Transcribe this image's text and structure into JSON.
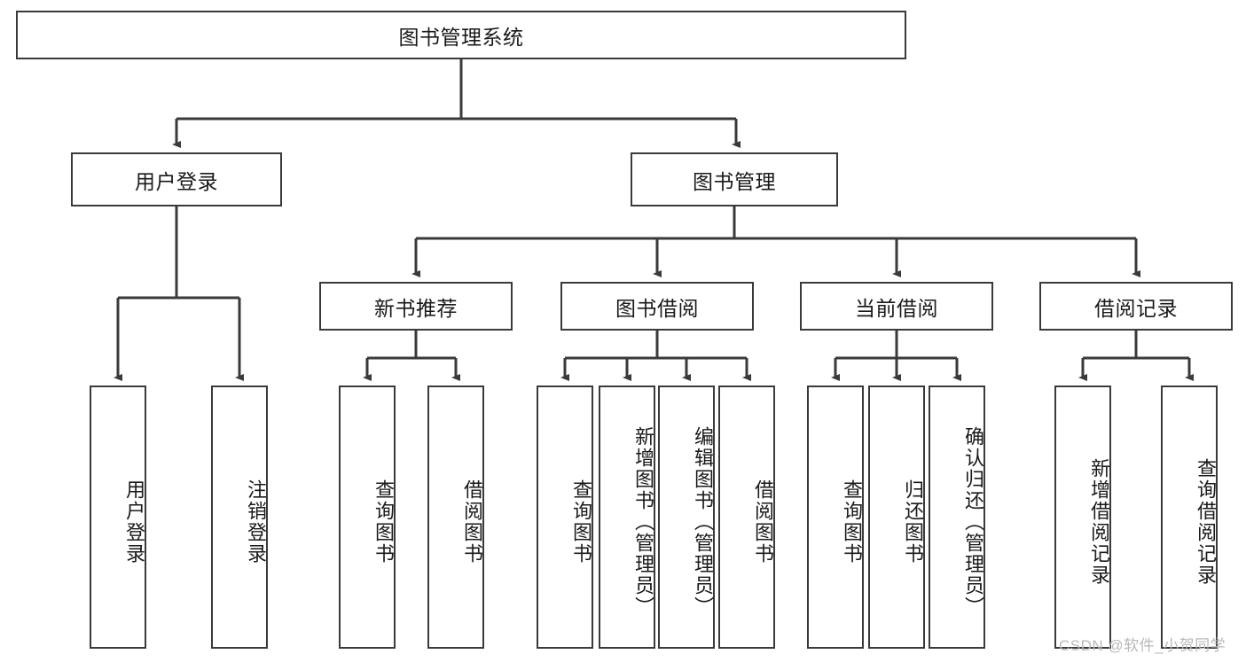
{
  "diagram": {
    "title": "图书管理系统",
    "root": {
      "id": "root",
      "label": "图书管理系统"
    },
    "level1": [
      {
        "id": "user-login",
        "label": "用户登录"
      },
      {
        "id": "book-management",
        "label": "图书管理"
      }
    ],
    "level2": [
      {
        "id": "new-book-recommend",
        "label": "新书推荐",
        "parent": "book-management"
      },
      {
        "id": "book-borrow",
        "label": "图书借阅",
        "parent": "book-management"
      },
      {
        "id": "current-borrow",
        "label": "当前借阅",
        "parent": "book-management"
      },
      {
        "id": "borrow-record",
        "label": "借阅记录",
        "parent": "book-management"
      }
    ],
    "leaves": {
      "user_login": [
        {
          "id": "leaf-user-login",
          "label": "用户登录"
        },
        {
          "id": "leaf-logout-login",
          "label": "注销登录"
        }
      ],
      "new_book_recommend": [
        {
          "id": "leaf-query-book-1",
          "label": "查询图书"
        },
        {
          "id": "leaf-borrow-book-1",
          "label": "借阅图书"
        }
      ],
      "book_borrow": [
        {
          "id": "leaf-query-book-2",
          "label": "查询图书"
        },
        {
          "id": "leaf-add-book",
          "label": "新增图书（管理员）"
        },
        {
          "id": "leaf-edit-book",
          "label": "编辑图书（管理员）"
        },
        {
          "id": "leaf-borrow-book-2",
          "label": "借阅图书"
        }
      ],
      "current_borrow": [
        {
          "id": "leaf-query-book-3",
          "label": "查询图书"
        },
        {
          "id": "leaf-return-book",
          "label": "归还图书"
        },
        {
          "id": "leaf-confirm-return",
          "label": "确认归还（管理员）"
        }
      ],
      "borrow_record": [
        {
          "id": "leaf-add-record",
          "label": "新增借阅记录"
        },
        {
          "id": "leaf-query-record",
          "label": "查询借阅记录"
        }
      ]
    }
  },
  "watermark": {
    "text": "CSDN @软件_小贺同学"
  },
  "colors": {
    "stroke": "#3a3a3a",
    "fill": "#ffffff",
    "text": "#1a1a1a",
    "watermark": "#b9b9b9"
  }
}
